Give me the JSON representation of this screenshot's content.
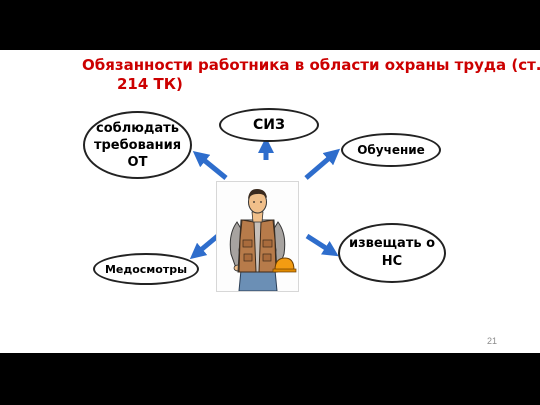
{
  "slide": {
    "title_line1": "Обязанности работника в области охраны труда (ст.",
    "title_line2": "214 ТК)",
    "page_number": "21"
  },
  "nodes": {
    "requirements": {
      "line1": "соблюдать",
      "line2": "требования",
      "line3": "ОТ"
    },
    "ppe": {
      "label": "СИЗ"
    },
    "training": {
      "label": "Обучение"
    },
    "medical": {
      "label": "Медосмотры"
    },
    "report": {
      "line1": "извещать о",
      "line2": "НС"
    }
  },
  "colors": {
    "title": "#cc0000",
    "arrow": "#2e6dcc",
    "background": "#ffffff",
    "frame": "#000000"
  },
  "icons": {
    "center_image": "worker-in-vest-illustration",
    "arrows": "thick-block-arrow"
  }
}
